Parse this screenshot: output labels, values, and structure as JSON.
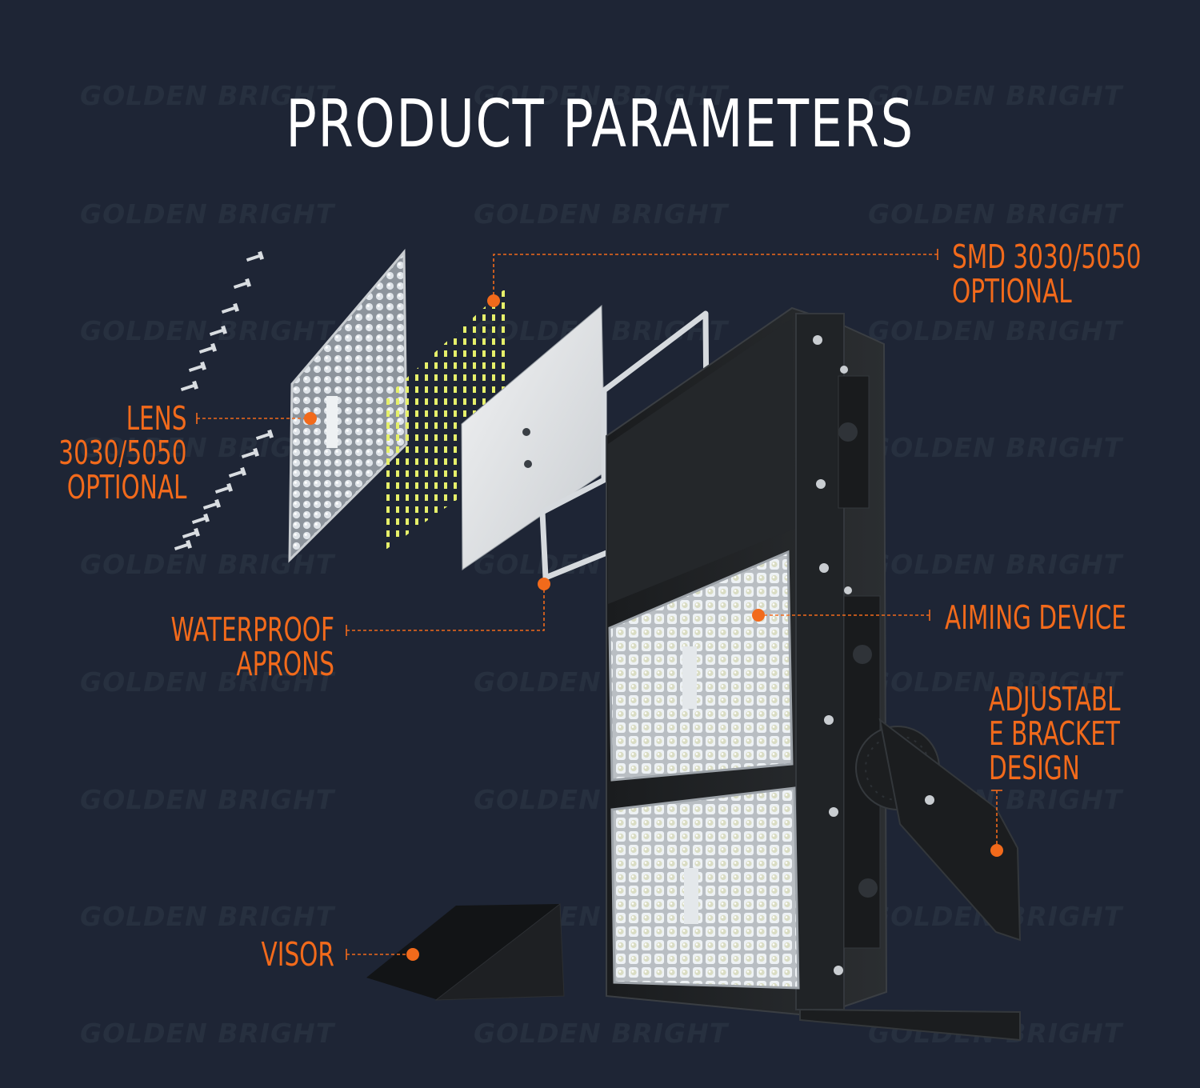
{
  "title": "PRODUCT PARAMETERS",
  "watermark": "GOLDEN BRIGHT",
  "accent_color": "#f26a1b",
  "background_color": "#1e2535",
  "callouts": {
    "smd": {
      "lines": [
        "SMD 3030/5050",
        "OPTIONAL"
      ]
    },
    "lens": {
      "lines": [
        "LENS",
        "3030/5050",
        "OPTIONAL"
      ]
    },
    "waterproof": {
      "lines": [
        "WATERPROOF",
        "APRONS"
      ]
    },
    "aiming": {
      "lines": [
        "AIMING DEVICE"
      ]
    },
    "bracket": {
      "lines": [
        "ADJUSTABL",
        "E BRACKET",
        "DESIGN"
      ]
    },
    "visor": {
      "lines": [
        "VISOR"
      ]
    }
  }
}
